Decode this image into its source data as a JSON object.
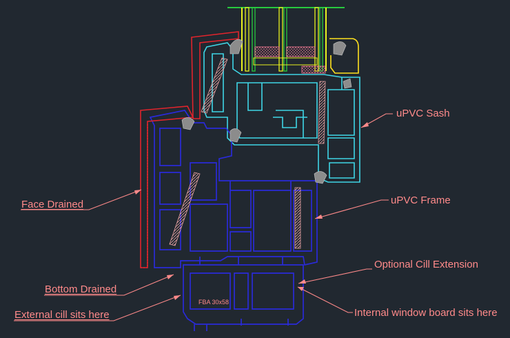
{
  "labels": {
    "upvc_sash": "uPVC Sash",
    "upvc_frame": "uPVC Frame",
    "optional_cill_extension": "Optional Cill Extension",
    "face_drained": "Face Drained",
    "bottom_drained": "Bottom Drained",
    "external_cill": "External cill sits here",
    "internal_window_board": "Internal window board sits here",
    "cill_size": "FBA 30x58"
  },
  "colors": {
    "background": "#212830",
    "label": "#ff8a8a",
    "sash": "#3fd6e6",
    "frame": "#2a2ad8",
    "cladding": "#e0242c",
    "glazing": "#e8f01e",
    "glass": "#27c93f",
    "bead": "#ffe21e",
    "gasket": "#8c8c8c",
    "reinforcement": "#e8a2a2"
  }
}
